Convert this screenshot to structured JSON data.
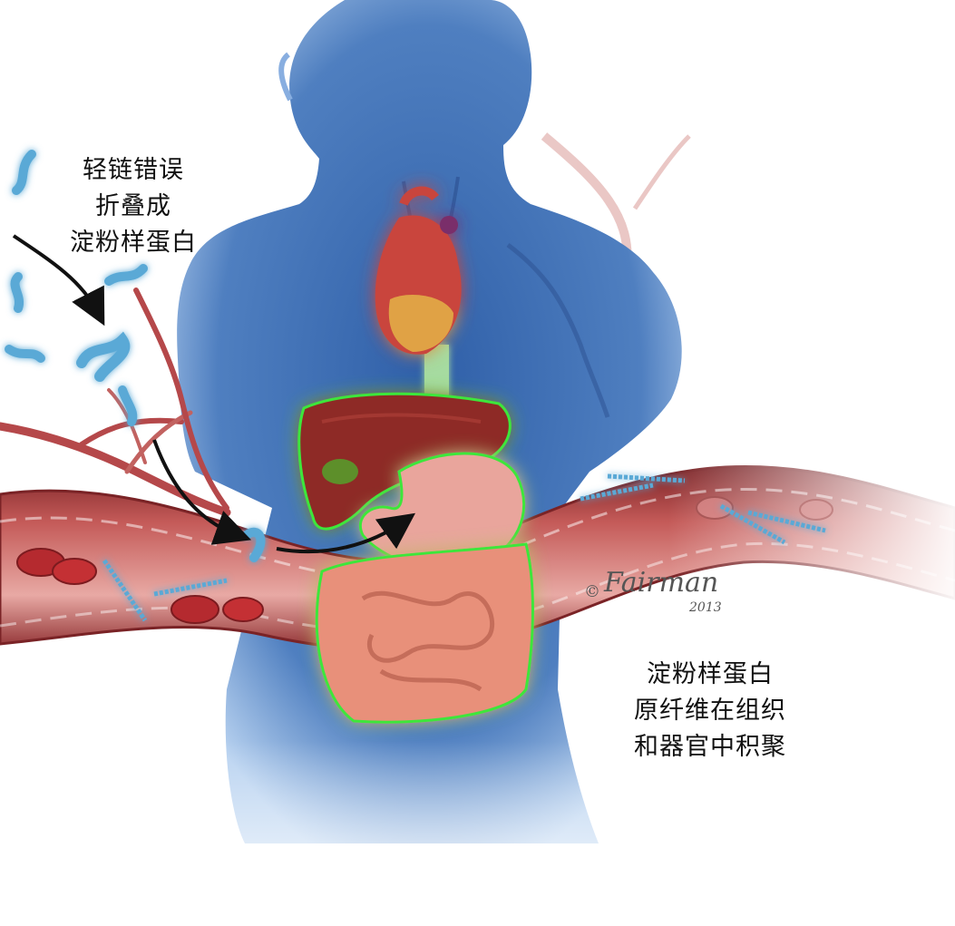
{
  "labels": {
    "misfold": [
      "轻链错误",
      "折叠成",
      "淀粉样蛋白"
    ],
    "deposit": [
      "淀粉样蛋白",
      "原纤维在组织",
      "和器官中积聚"
    ]
  },
  "signature": {
    "copyright": "©",
    "name": "Fairman",
    "year": "2013"
  },
  "colors": {
    "body": "#4f7fc0",
    "body_light": "#a9c6ea",
    "vessel": "#b5484a",
    "vessel_light": "#e5a7a3",
    "organ_glow": "#3ee63a",
    "amyloid": "#5aa9d6",
    "amyloid_glow": "#7ce86a",
    "liver": "#8e2a25",
    "stomach": "#e9a59c",
    "intestine": "#e8907a",
    "heart": "#c9453e"
  }
}
